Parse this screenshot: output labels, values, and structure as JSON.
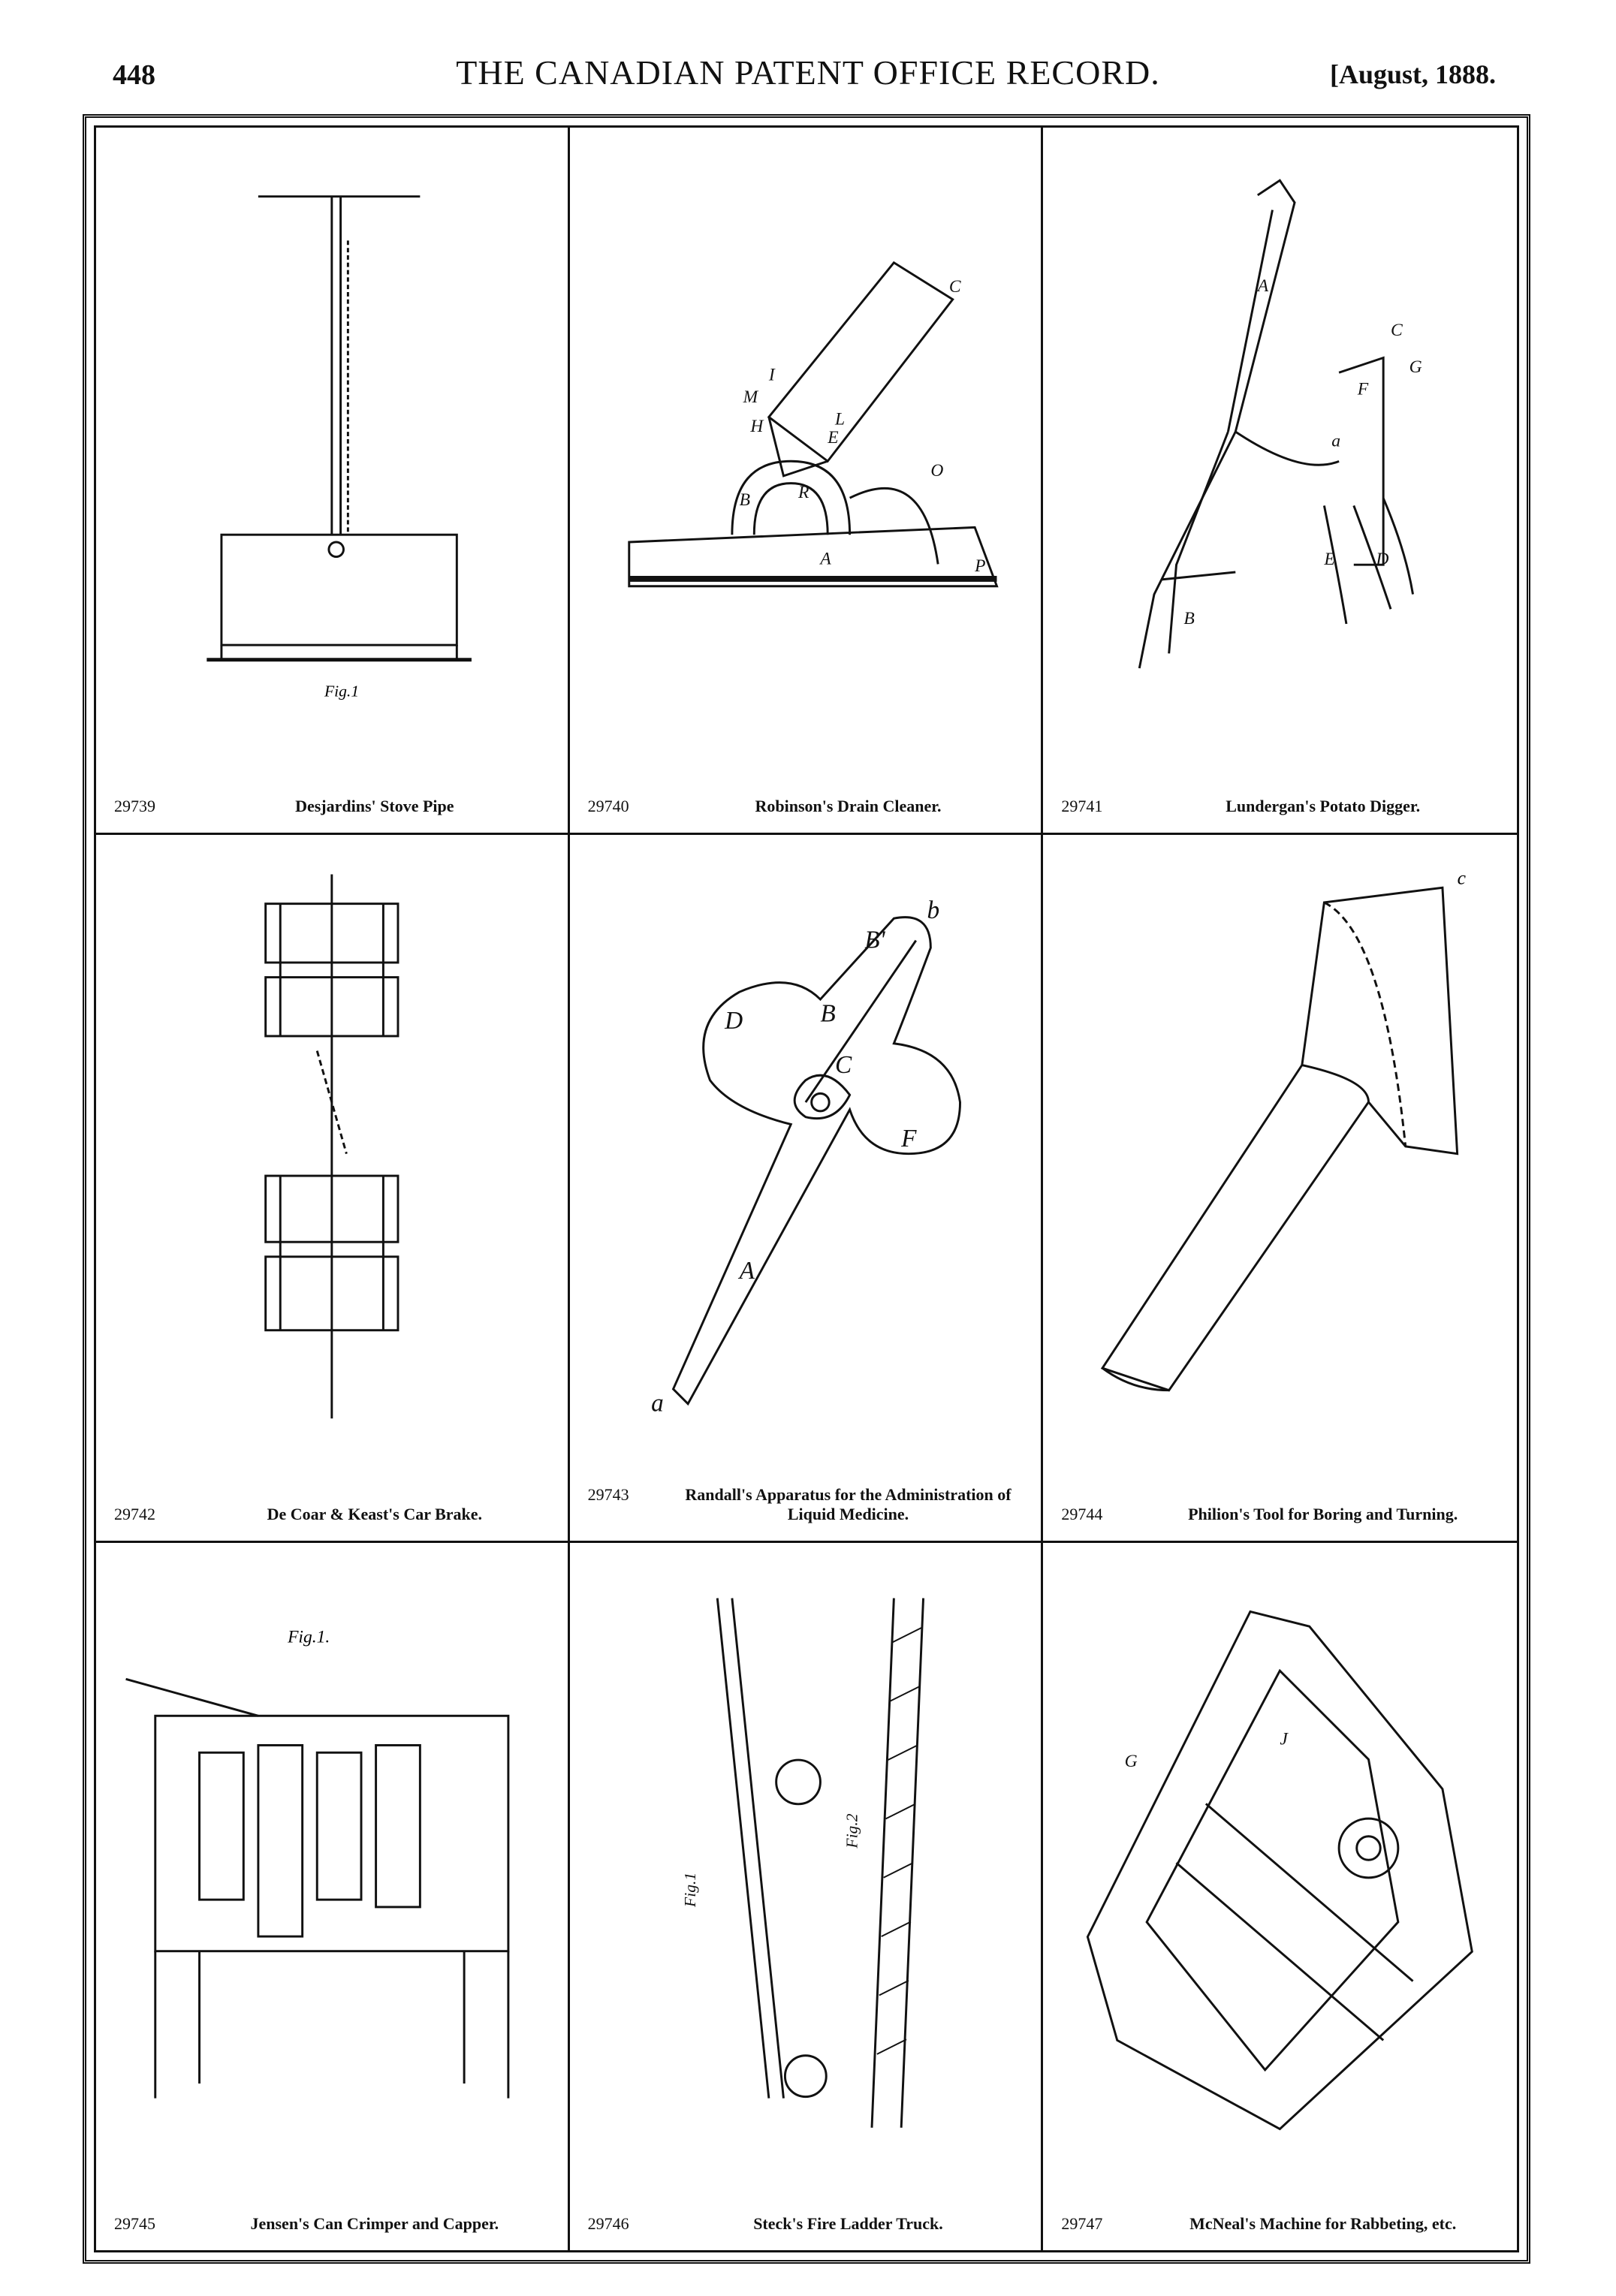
{
  "header": {
    "page_number": "448",
    "title": "THE CANADIAN PATENT OFFICE RECORD.",
    "date": "[August, 1888."
  },
  "plates": [
    {
      "number": "29739",
      "title": "Desjardins' Stove Pipe"
    },
    {
      "number": "29740",
      "title": "Robinson's Drain Cleaner."
    },
    {
      "number": "29741",
      "title": "Lundergan's Potato Digger."
    },
    {
      "number": "29742",
      "title": "De Coar & Keast's Car Brake."
    },
    {
      "number": "29743",
      "title": "Randall's Apparatus for the Administration of Liquid Medicine."
    },
    {
      "number": "29744",
      "title": "Philion's Tool for Boring and Turning."
    },
    {
      "number": "29745",
      "title": "Jensen's Can Crimper and Capper."
    },
    {
      "number": "29746",
      "title": "Steck's Fire Ladder Truck."
    },
    {
      "number": "29747",
      "title": "McNeal's Machine for Rabbeting, etc."
    }
  ],
  "figure_labels": {
    "stove_pipe": [
      "Fig.1"
    ],
    "drain_cleaner": [
      "A",
      "B",
      "C",
      "R",
      "I",
      "H",
      "M",
      "L",
      "E",
      "O",
      "P"
    ],
    "potato_digger": [
      "A",
      "B",
      "C",
      "G",
      "F",
      "D",
      "E",
      "a"
    ],
    "medicine": [
      "A",
      "B",
      "B'",
      "b",
      "C",
      "D",
      "F",
      "a"
    ],
    "boring_tool": [
      "c"
    ],
    "can_crimper": [
      "Fig.1."
    ],
    "ladder_truck": [
      "Fig.2",
      "Fig.1"
    ],
    "rabbeting": [
      "G",
      "J"
    ]
  }
}
